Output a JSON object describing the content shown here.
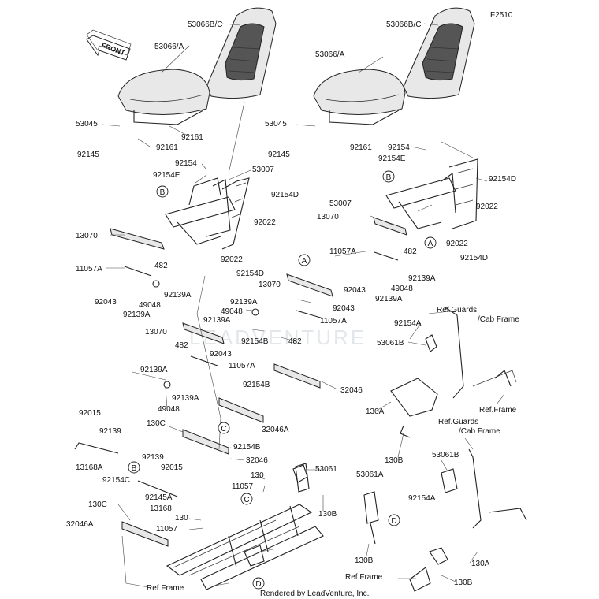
{
  "figure_code": "F2510",
  "front_arrow_text": "FRONT",
  "watermark": "LEADVENTURE",
  "footer": "Rendered by LeadVenture, Inc.",
  "labels": [
    {
      "id": "l1",
      "text": "53066B/C"
    },
    {
      "id": "l2",
      "text": "53066/A"
    },
    {
      "id": "l3",
      "text": "53045"
    },
    {
      "id": "l4",
      "text": "92145"
    },
    {
      "id": "l5",
      "text": "92161"
    },
    {
      "id": "l6",
      "text": "92161"
    },
    {
      "id": "l7",
      "text": "92154"
    },
    {
      "id": "l8",
      "text": "92154E"
    },
    {
      "id": "l9",
      "text": "53007"
    },
    {
      "id": "l10",
      "text": "92154D"
    },
    {
      "id": "l11",
      "text": "92022"
    },
    {
      "id": "l12",
      "text": "92022"
    },
    {
      "id": "l13",
      "text": "92154D"
    },
    {
      "id": "l14",
      "text": "13070"
    },
    {
      "id": "l15",
      "text": "11057A"
    },
    {
      "id": "l16",
      "text": "482"
    },
    {
      "id": "l17",
      "text": "92043"
    },
    {
      "id": "l18",
      "text": "92139A"
    },
    {
      "id": "l19",
      "text": "49048"
    },
    {
      "id": "l20",
      "text": "92139A"
    },
    {
      "id": "l21",
      "text": "53066B/C"
    },
    {
      "id": "l22",
      "text": "53066/A"
    },
    {
      "id": "l23",
      "text": "53045"
    },
    {
      "id": "l24",
      "text": "92145"
    },
    {
      "id": "l25",
      "text": "92161"
    },
    {
      "id": "l26",
      "text": "92154"
    },
    {
      "id": "l27",
      "text": "92154E"
    },
    {
      "id": "l28",
      "text": "92154D"
    },
    {
      "id": "l29",
      "text": "53007"
    },
    {
      "id": "l30",
      "text": "92022"
    },
    {
      "id": "l31",
      "text": "13070"
    },
    {
      "id": "l32",
      "text": "92022"
    },
    {
      "id": "l33",
      "text": "11057A"
    },
    {
      "id": "l34",
      "text": "482"
    },
    {
      "id": "l35",
      "text": "92154D"
    },
    {
      "id": "l36",
      "text": "92043"
    },
    {
      "id": "l37",
      "text": "49048"
    },
    {
      "id": "l38",
      "text": "92139A"
    },
    {
      "id": "l39",
      "text": "92139A"
    },
    {
      "id": "l40",
      "text": "13070"
    },
    {
      "id": "l41",
      "text": "92139A"
    },
    {
      "id": "l42",
      "text": "49048"
    },
    {
      "id": "l43",
      "text": "92043"
    },
    {
      "id": "l44",
      "text": "92139A"
    },
    {
      "id": "l45",
      "text": "11057A"
    },
    {
      "id": "l46",
      "text": "13070"
    },
    {
      "id": "l47",
      "text": "482"
    },
    {
      "id": "l48",
      "text": "92154B"
    },
    {
      "id": "l49",
      "text": "482"
    },
    {
      "id": "l50",
      "text": "92043"
    },
    {
      "id": "l51",
      "text": "11057A"
    },
    {
      "id": "l52",
      "text": "92139A"
    },
    {
      "id": "l53",
      "text": "92139A"
    },
    {
      "id": "l54",
      "text": "49048"
    },
    {
      "id": "l55",
      "text": "32046"
    },
    {
      "id": "l56",
      "text": "92154B"
    },
    {
      "id": "l57",
      "text": "32046A"
    },
    {
      "id": "l58",
      "text": "130C"
    },
    {
      "id": "l59",
      "text": "92154B"
    },
    {
      "id": "l60",
      "text": "32046"
    },
    {
      "id": "l61",
      "text": "92015"
    },
    {
      "id": "l62",
      "text": "92139"
    },
    {
      "id": "l63",
      "text": "13168A"
    },
    {
      "id": "l64",
      "text": "92154C"
    },
    {
      "id": "l65",
      "text": "92139"
    },
    {
      "id": "l66",
      "text": "92015"
    },
    {
      "id": "l67",
      "text": "92145A"
    },
    {
      "id": "l68",
      "text": "13168"
    },
    {
      "id": "l69",
      "text": "130C"
    },
    {
      "id": "l70",
      "text": "32046A"
    },
    {
      "id": "l71",
      "text": "130"
    },
    {
      "id": "l72",
      "text": "11057"
    },
    {
      "id": "l73",
      "text": "130"
    },
    {
      "id": "l74",
      "text": "11057"
    },
    {
      "id": "l75",
      "text": "53061"
    },
    {
      "id": "l76",
      "text": "130B"
    },
    {
      "id": "l77",
      "text": "Ref.Frame"
    },
    {
      "id": "l78",
      "text": "Ref.Guards"
    },
    {
      "id": "l79",
      "text": "/Cab Frame"
    },
    {
      "id": "l80",
      "text": "92154A"
    },
    {
      "id": "l81",
      "text": "53061B"
    },
    {
      "id": "l82",
      "text": "Ref.Frame"
    },
    {
      "id": "l83",
      "text": "130A"
    },
    {
      "id": "l84",
      "text": "130B"
    },
    {
      "id": "l85",
      "text": "Ref.Guards"
    },
    {
      "id": "l86",
      "text": "/Cab Frame"
    },
    {
      "id": "l87",
      "text": "53061B"
    },
    {
      "id": "l88",
      "text": "53061A"
    },
    {
      "id": "l89",
      "text": "92154A"
    },
    {
      "id": "l90",
      "text": "130B"
    },
    {
      "id": "l91",
      "text": "Ref.Frame"
    },
    {
      "id": "l92",
      "text": "130A"
    },
    {
      "id": "l93",
      "text": "130B"
    }
  ],
  "callouts": [
    {
      "id": "c1",
      "letter": "B"
    },
    {
      "id": "c2",
      "letter": "B"
    },
    {
      "id": "c3",
      "letter": "A"
    },
    {
      "id": "c4",
      "letter": "A"
    },
    {
      "id": "c5",
      "letter": "C"
    },
    {
      "id": "c6",
      "letter": "B"
    },
    {
      "id": "c7",
      "letter": "C"
    },
    {
      "id": "c8",
      "letter": "D"
    },
    {
      "id": "c9",
      "letter": "D"
    }
  ]
}
